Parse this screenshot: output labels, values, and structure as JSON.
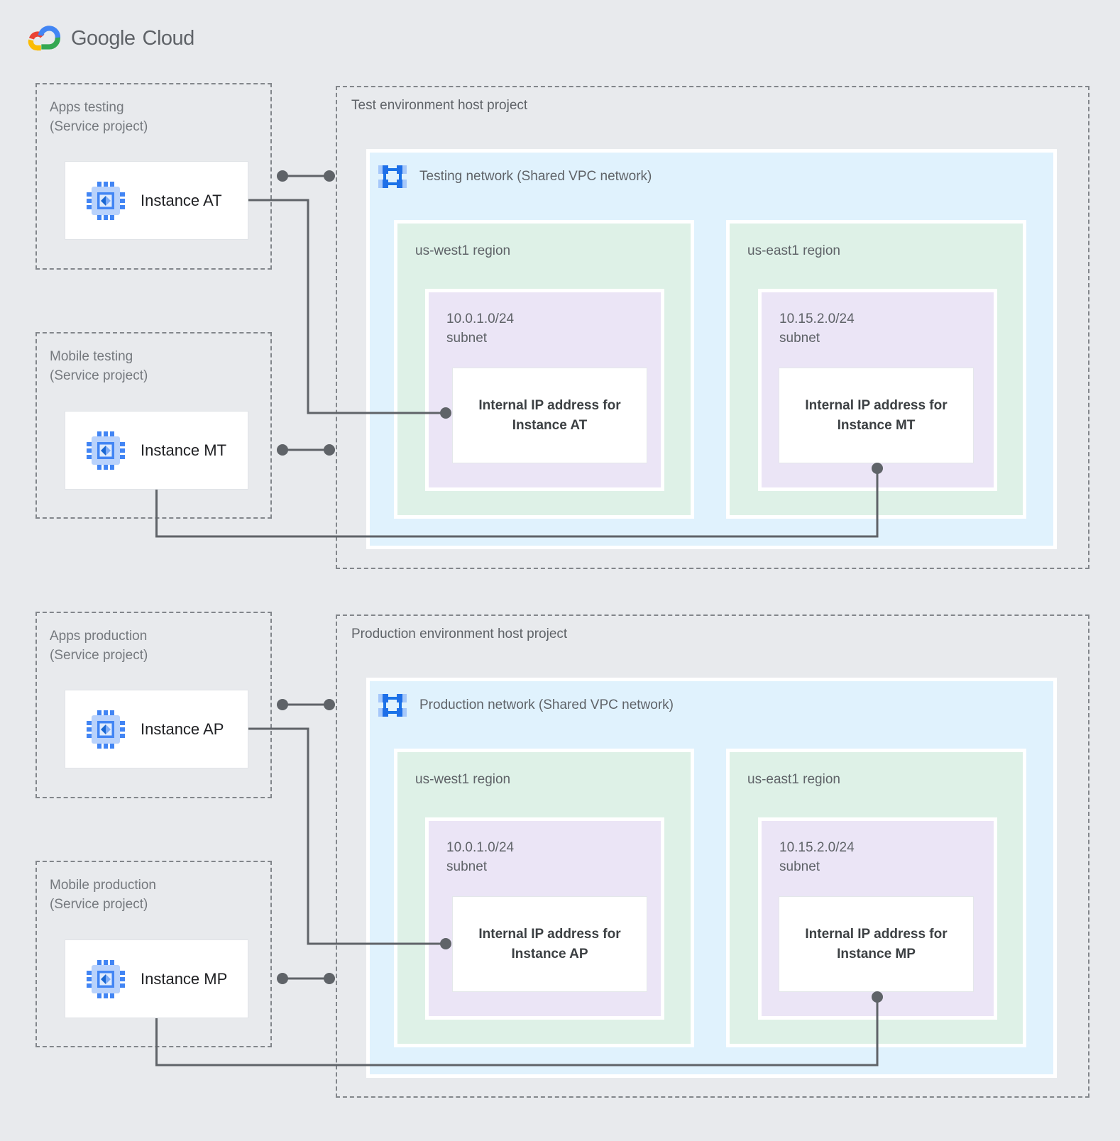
{
  "logo": {
    "brand": "Google",
    "product": "Cloud",
    "icon": "google-cloud-logo"
  },
  "colors": {
    "page_bg": "#E8EAED",
    "network_fill": "#E0F2FD",
    "region_fill": "#DEF1E7",
    "subnet_fill": "#EBE5F6",
    "connector": "#5F6368",
    "google_blue": "#4285F4",
    "google_red": "#EA4335",
    "google_yellow": "#FBBC04",
    "google_green": "#34A853"
  },
  "icons": {
    "instance": "compute-engine-icon",
    "network": "vpc-network-icon"
  },
  "sections": [
    {
      "service_projects": [
        {
          "name": "Apps testing",
          "type": "(Service project)",
          "instance": "Instance AT"
        },
        {
          "name": "Mobile testing",
          "type": "(Service project)",
          "instance": "Instance MT"
        }
      ],
      "host_project": {
        "title": "Test environment host project",
        "network": "Testing network (Shared VPC network)",
        "regions": [
          {
            "name": "us-west1 region",
            "cidr": "10.0.1.0/24",
            "cidr_label": "subnet",
            "ip_line1": "Internal IP address for",
            "ip_line2": "Instance AT"
          },
          {
            "name": "us-east1 region",
            "cidr": "10.15.2.0/24",
            "cidr_label": "subnet",
            "ip_line1": "Internal IP address for",
            "ip_line2": "Instance MT"
          }
        ]
      }
    },
    {
      "service_projects": [
        {
          "name": "Apps production",
          "type": "(Service project)",
          "instance": "Instance AP"
        },
        {
          "name": "Mobile production",
          "type": "(Service project)",
          "instance": "Instance MP"
        }
      ],
      "host_project": {
        "title": "Production environment host project",
        "network": "Production network (Shared VPC network)",
        "regions": [
          {
            "name": "us-west1 region",
            "cidr": "10.0.1.0/24",
            "cidr_label": "subnet",
            "ip_line1": "Internal IP address for",
            "ip_line2": "Instance AP"
          },
          {
            "name": "us-east1 region",
            "cidr": "10.15.2.0/24",
            "cidr_label": "subnet",
            "ip_line1": "Internal IP address for",
            "ip_line2": "Instance MP"
          }
        ]
      }
    }
  ]
}
